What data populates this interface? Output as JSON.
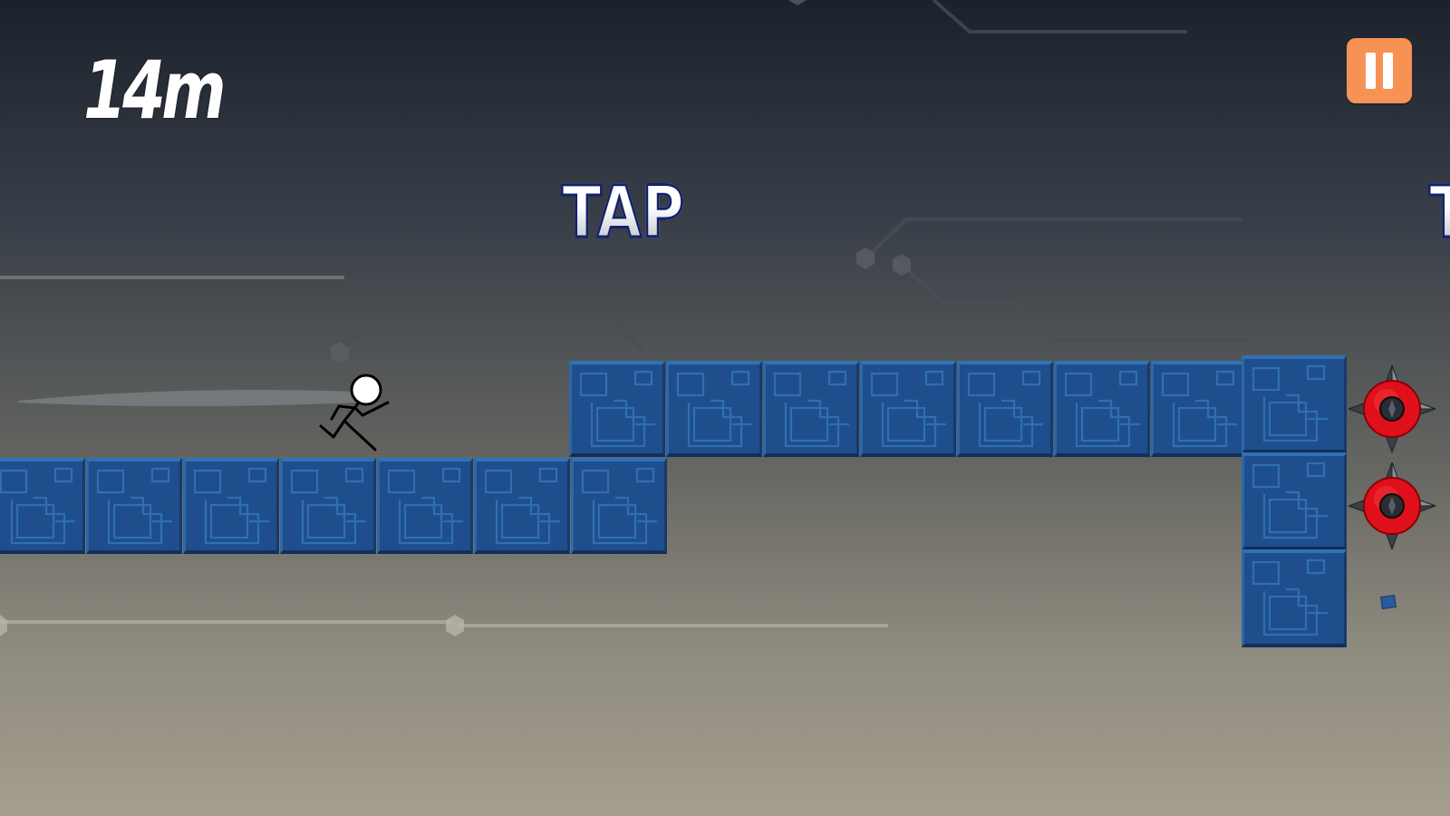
{
  "hud": {
    "distance": "14m",
    "pause_label": "pause"
  },
  "prompts": {
    "tap_1": "TAP",
    "tap_2": "T"
  },
  "colors": {
    "tile_blue": "#1f4e8c",
    "pause_orange": "#f69354",
    "spike_red": "#e0101a",
    "prompt_outline": "#13226b"
  },
  "icons": {
    "pause": "pause-icon",
    "hazard": "spiked-ball-icon",
    "player": "stickman-runner-icon"
  }
}
